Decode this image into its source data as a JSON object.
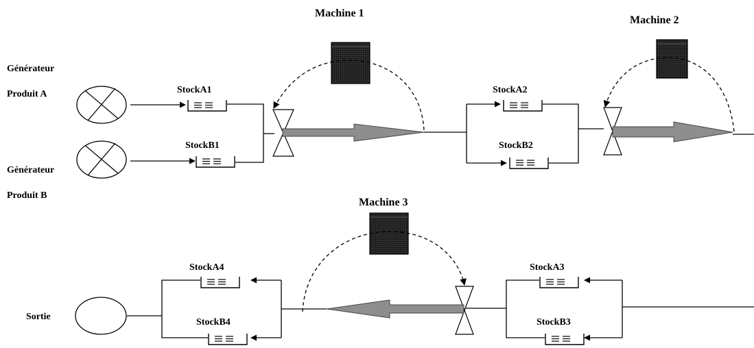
{
  "generators": [
    {
      "line1": "Générateur",
      "line2": "Produit A"
    },
    {
      "line1": "Générateur",
      "line2": "Produit B"
    }
  ],
  "exit": {
    "label": "Sortie"
  },
  "machines": [
    {
      "label": "Machine 1"
    },
    {
      "label": "Machine 2"
    },
    {
      "label": "Machine 3"
    }
  ],
  "stocks": [
    {
      "label": "StockA1"
    },
    {
      "label": "StockB1"
    },
    {
      "label": "StockA2"
    },
    {
      "label": "StockB2"
    },
    {
      "label": "StockA3"
    },
    {
      "label": "StockB3"
    },
    {
      "label": "StockA4"
    },
    {
      "label": "StockB4"
    }
  ],
  "colors": {
    "machine_body": "#1c1c1c",
    "flow_arrow": "#8e8e8e",
    "line": "#000000"
  },
  "icons": {
    "generator": "circle-with-x",
    "exit": "empty-circle",
    "machine": "dark-square-block",
    "valve": "bowtie-valve",
    "stock": "queue-buffer"
  }
}
